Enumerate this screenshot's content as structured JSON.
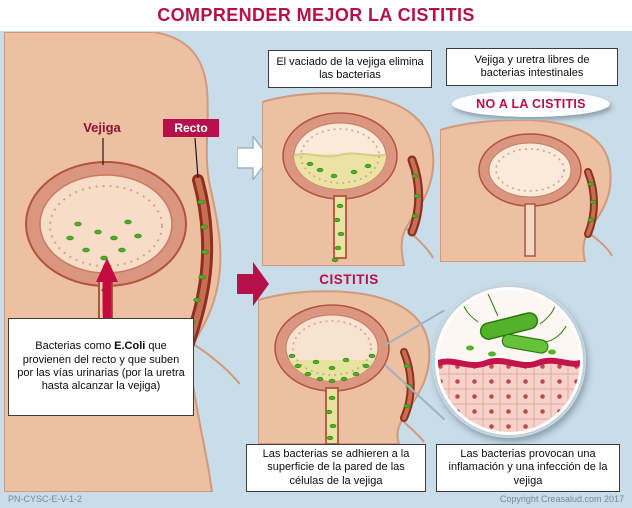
{
  "header": {
    "title": "COMPRENDER MEJOR LA CISTITIS"
  },
  "left_panel": {
    "bladder_label": "Vejiga",
    "rectum_label": "Recto",
    "caption_part1": "Bacterias como ",
    "caption_bold": "E.Coli",
    "caption_part2": " que provienen del recto y que suben por las vías urinarias (por la uretra hasta alcanzar la vejiga)"
  },
  "top_sequence": {
    "step1_caption": "El vaciado de la vejiga elimina las bacterias",
    "step2_caption": "Vejiga y uretra libres de bacterias intestinales",
    "result_badge": "NO A LA CISTITIS"
  },
  "bottom_sequence": {
    "title": "CISTITIS",
    "step1_caption": "Las bacterias se adhieren a la superficie de la pared de las células de la vejiga",
    "step2_caption": "Las bacterias provocan una inflamación y una infección de la vejiga"
  },
  "footer": {
    "reference_code": "PN-CYSC-E-V-1-2",
    "copyright": "Copyright Creasalud.com 2017"
  },
  "colors": {
    "accent": "#b6104a",
    "background": "#c9dde9",
    "skin": "#edbfa3",
    "bladder_wall": "#b2543c",
    "bacteria_green": "#4fae26"
  }
}
